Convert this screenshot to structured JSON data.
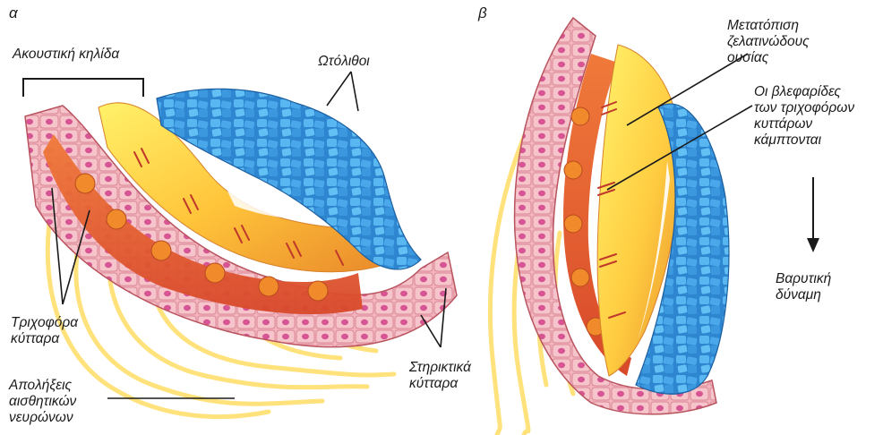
{
  "panel_a": {
    "letter": "α",
    "labels": {
      "acoustic_macula": "Ακουστική κηλίδα",
      "otoliths": "Ωτόλιθοι",
      "hair_cells": "Τριχοφόρα\nκύτταρα",
      "nerve_endings": "Απολήξεις\nαισθητικών\nνευρώνων",
      "supporting_cells": "Στηρικτικά\nκύτταρα"
    }
  },
  "panel_b": {
    "letter": "β",
    "labels": {
      "gel_shift": "Μετατόπιση\nζελατινώδους\nουσίας",
      "cilia_bend": "Οι βλεφαρίδες\nτων τριχοφόρων\nκυττάρων\nκάμπτονται",
      "gravity": "Βαρυτική\nδύναμη"
    }
  },
  "colors": {
    "tissue_red": "#e8552a",
    "cell_pink": "#f2a6b4",
    "nucleus": "#d0508a",
    "gel_yellow": "#ffd23a",
    "gel_orange": "#f2a13a",
    "otolith_blue": "#3ea0e6",
    "otolith_dark": "#1f6fb8",
    "nerve_yellow": "#ffe07a"
  }
}
